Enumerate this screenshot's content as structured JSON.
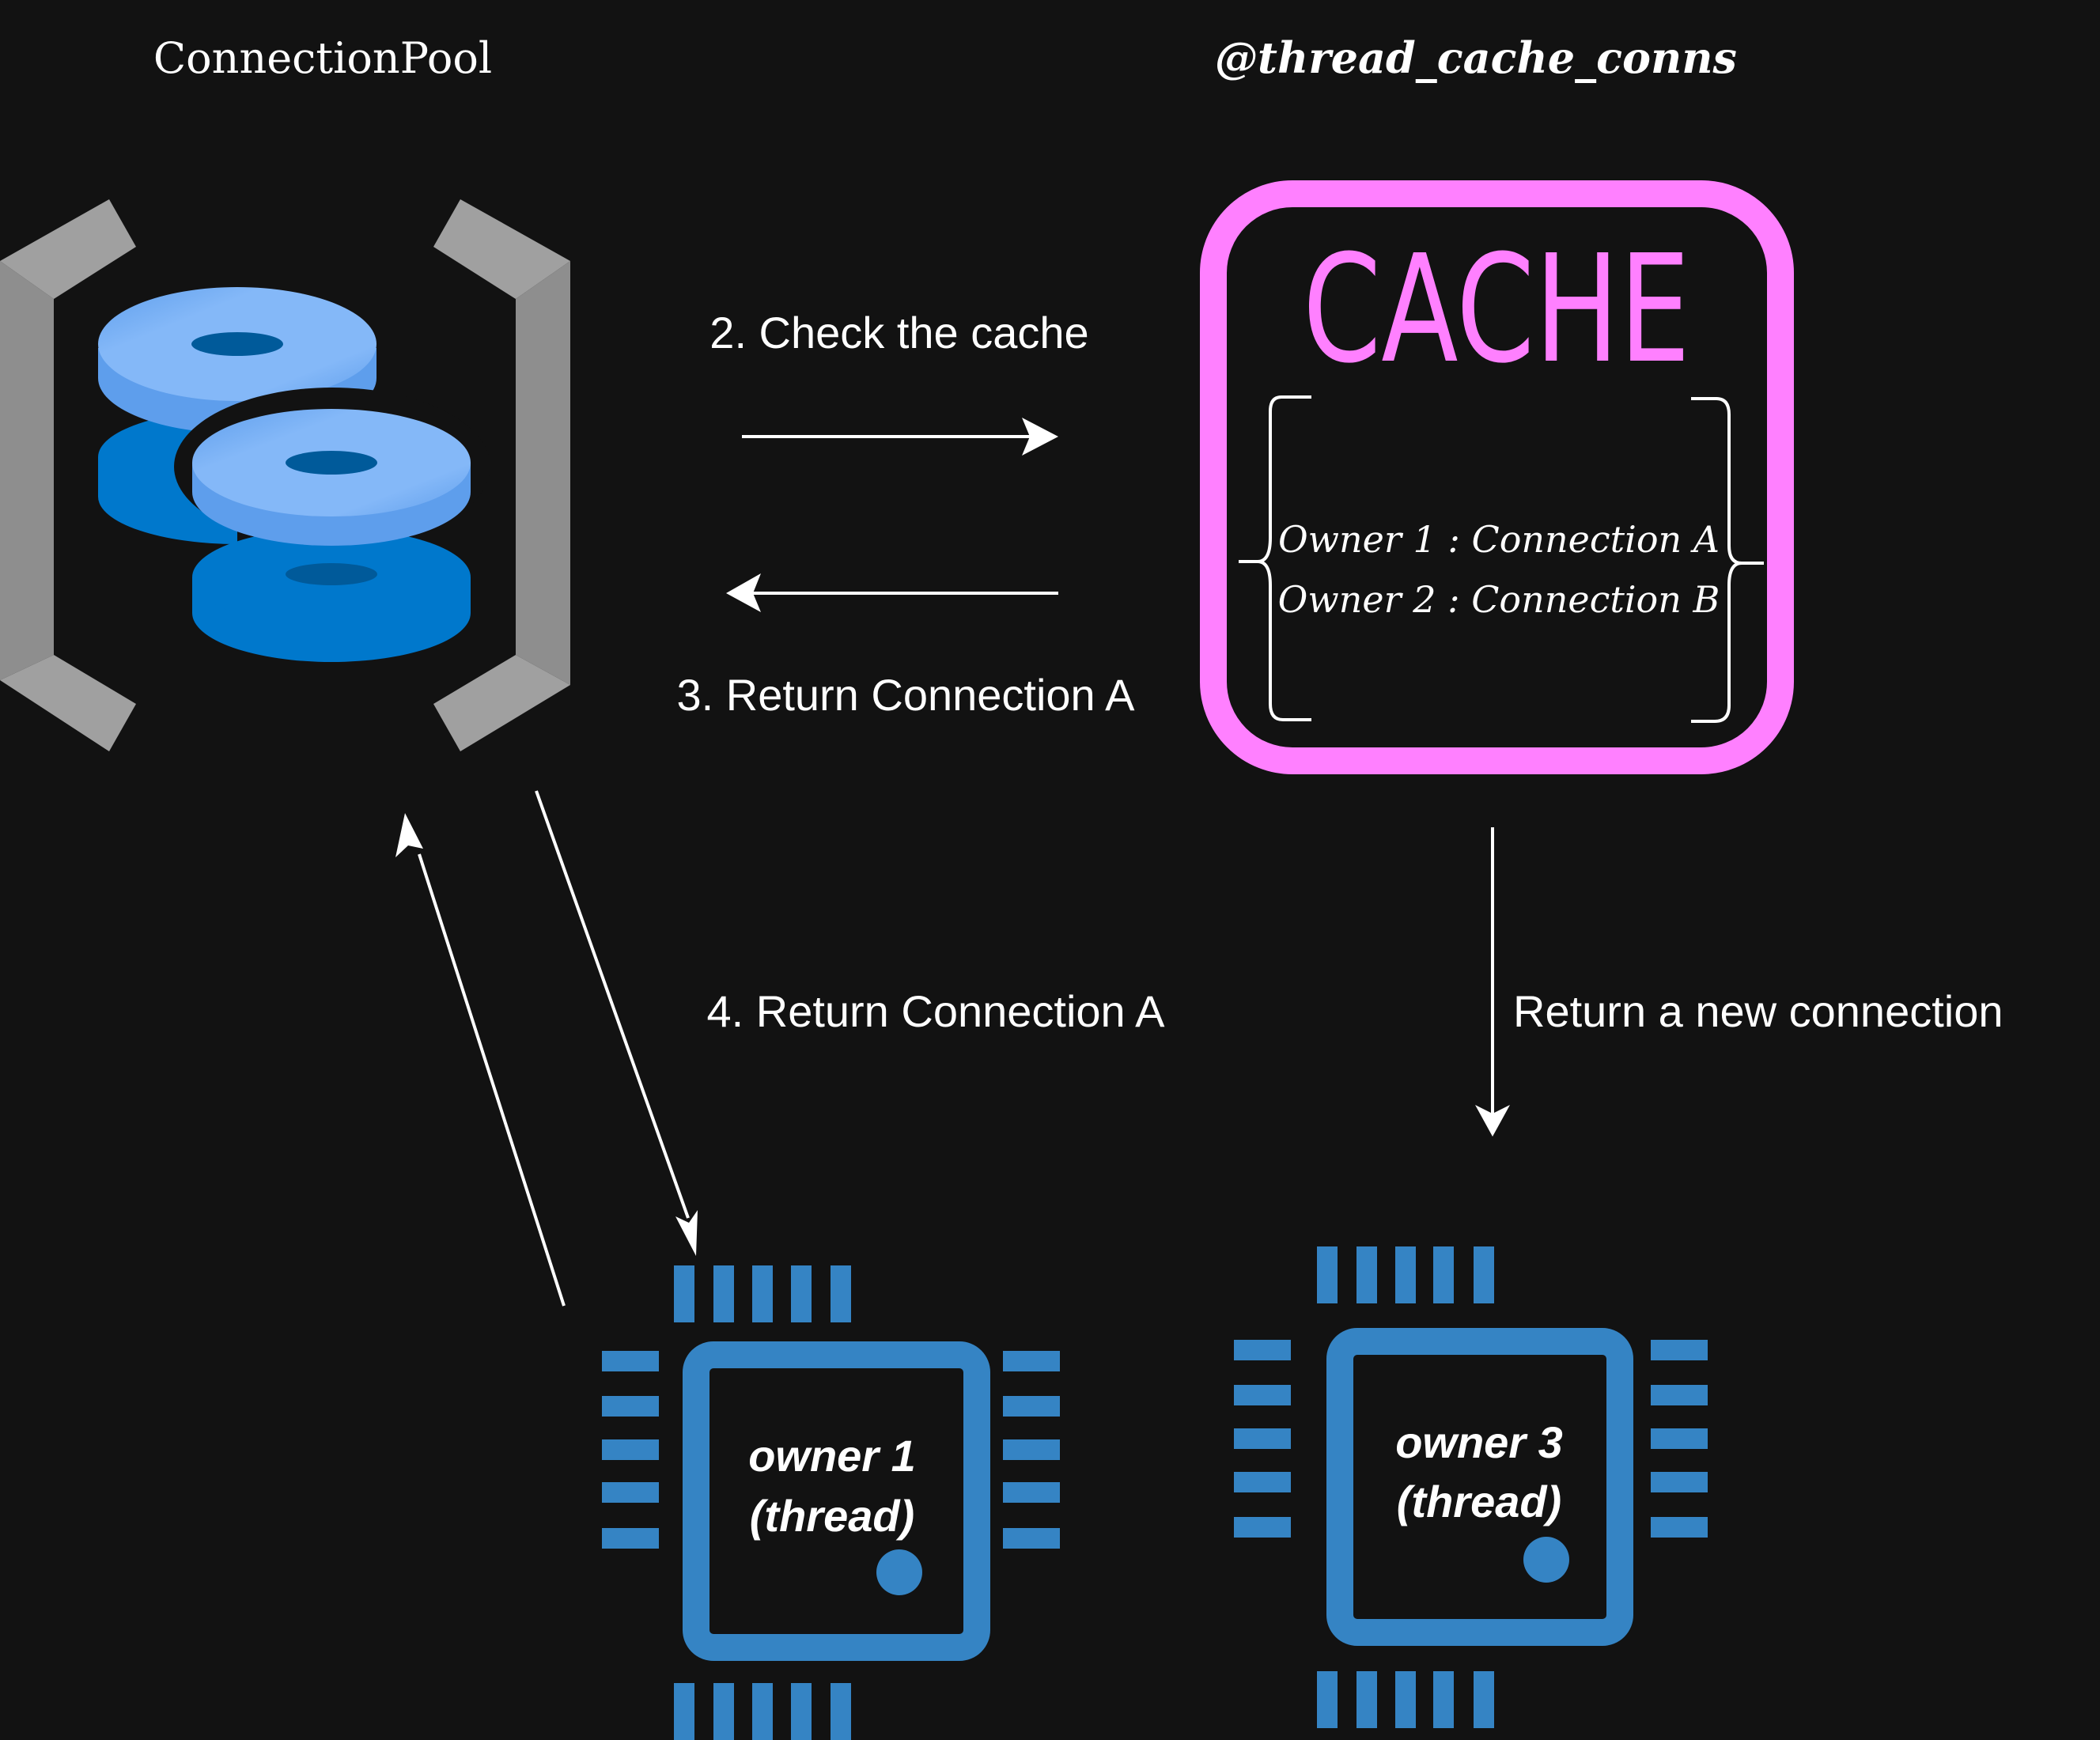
{
  "titles": {
    "pool": "ConnectionPool",
    "cache_var": "@thread_cache_conns"
  },
  "cache": {
    "heading": "CACHE",
    "entries": [
      "Owner 1 : Connection A",
      "Owner 2 : Connection B"
    ]
  },
  "steps": {
    "check_cache": "2. Check the cache",
    "return_from_cache": "3. Return Connection A",
    "return_to_owner": "4. Return Connection A",
    "new_connection": "Return a new connection"
  },
  "threads": [
    {
      "line1": "owner 1",
      "line2": "(thread)"
    },
    {
      "line1": "owner 3",
      "line2": "(thread)"
    }
  ],
  "colors": {
    "background": "#121212",
    "cache_accent": "#FF80FF",
    "chip_blue": "#3584C4",
    "db_light": "#84B8F8",
    "db_mid": "#5E9EEC",
    "db_dark": "#0078CC",
    "db_hole": "#005A9A",
    "bracket_gray": "#A0A0A0",
    "bracket_dark": "#8E8E8E",
    "text": "#FFFFFF"
  }
}
